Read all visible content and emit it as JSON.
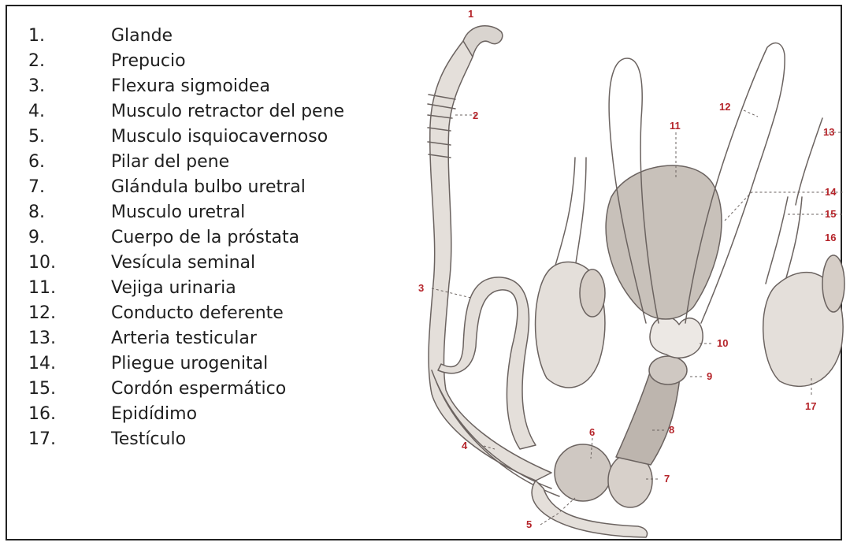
{
  "legend": [
    {
      "num": "1.",
      "label": "Glande"
    },
    {
      "num": "2.",
      "label": "Prepucio"
    },
    {
      "num": "3.",
      "label": "Flexura sigmoidea"
    },
    {
      "num": "4.",
      "label": "Musculo retractor del pene"
    },
    {
      "num": "5.",
      "label": "Musculo isquiocavernoso"
    },
    {
      "num": "6.",
      "label": "Pilar del pene"
    },
    {
      "num": "7.",
      "label": "Glándula bulbo uretral"
    },
    {
      "num": "8.",
      "label": "Musculo uretral"
    },
    {
      "num": "9.",
      "label": "Cuerpo de la próstata"
    },
    {
      "num": "10.",
      "label": "Vesícula seminal"
    },
    {
      "num": "11.",
      "label": "Vejiga urinaria"
    },
    {
      "num": "12.",
      "label": "Conducto deferente"
    },
    {
      "num": "13.",
      "label": "Arteria testicular"
    },
    {
      "num": "14.",
      "label": "Pliegue urogenital"
    },
    {
      "num": "15.",
      "label": "Cordón espermático"
    },
    {
      "num": "16.",
      "label": "Epidídimo"
    },
    {
      "num": "17.",
      "label": "Testículo"
    }
  ],
  "callouts": [
    "1",
    "2",
    "3",
    "4",
    "5",
    "6",
    "7",
    "8",
    "9",
    "10",
    "11",
    "12",
    "13",
    "14",
    "15",
    "16",
    "17"
  ],
  "colors": {
    "callout": "#b5242a",
    "line_art": "#6b6360",
    "fill_tone": "#d9d4cf",
    "border": "#222222"
  }
}
